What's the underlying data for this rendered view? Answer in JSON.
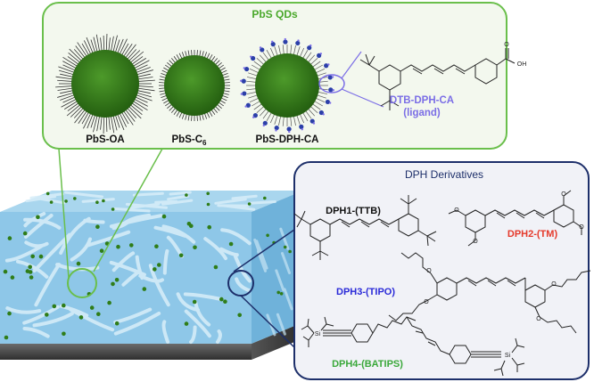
{
  "qds_panel": {
    "title": "PbS QDs",
    "particles": [
      {
        "label": "PbS-OA"
      },
      {
        "label_main": "PbS-C",
        "label_sub": "6"
      },
      {
        "label": "PbS-DPH-CA"
      }
    ],
    "ligand_name": "DTB-DPH-CA",
    "ligand_note": "(ligand)",
    "ligand_acid": "OH"
  },
  "dph_panel": {
    "title": "DPH Derivatives",
    "derivatives": [
      {
        "label": "DPH1-(TTB)",
        "color": "#111111"
      },
      {
        "label": "DPH2-(TM)",
        "color": "#e53a2b"
      },
      {
        "label": "DPH3-(TIPO)",
        "color": "#2b2bd8"
      },
      {
        "label": "DPH4-(BATIPS)",
        "color": "#3aa83a"
      }
    ],
    "atom_labels": {
      "methoxy": "O",
      "ether": "O",
      "silicon": "Si"
    }
  },
  "colors": {
    "qd_green": "#2f7d18",
    "panel_green": "#6abf4b",
    "panel_navy": "#1d2f6a",
    "film_blue": "#8ec7e8",
    "ligand_purple": "#7b6ee6"
  }
}
